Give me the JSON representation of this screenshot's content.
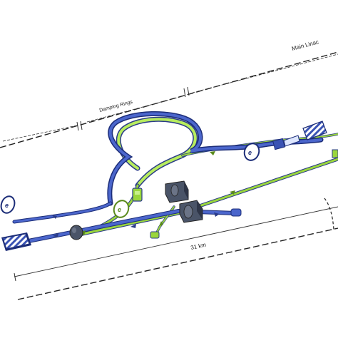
{
  "labels": {
    "main_linac": "Main Linac",
    "damping_rings": "Damping Rings",
    "length": "31 km"
  },
  "badges": {
    "electron": "e",
    "positron": "e"
  },
  "colors": {
    "electron_beam": "#3a53b4",
    "positron_beam": "#9ad63c",
    "component_dark": "#4a5468",
    "outline": "#222222"
  }
}
